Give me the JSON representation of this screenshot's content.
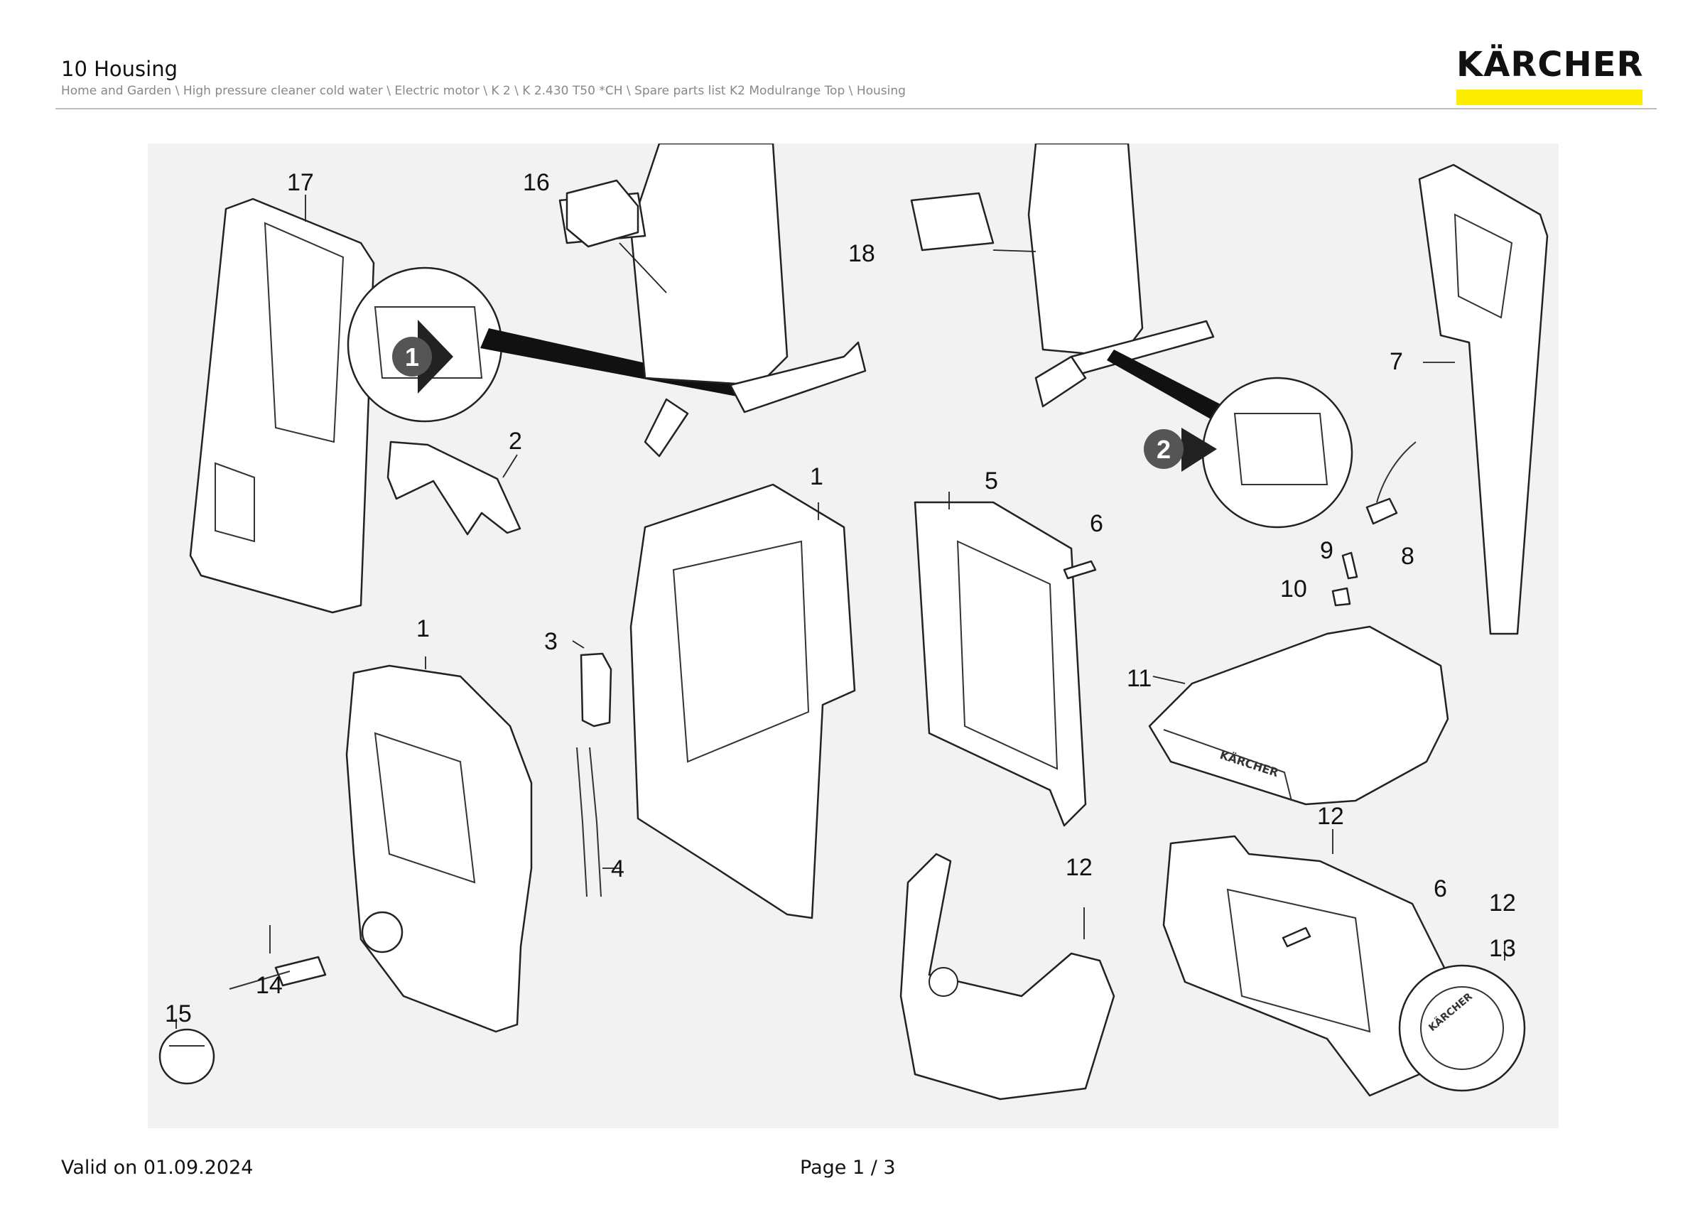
{
  "header": {
    "title": "10 Housing",
    "breadcrumb": [
      "Home and Garden",
      "High pressure cleaner cold water",
      "Electric motor",
      "K 2",
      "K 2.430 T50 *CH",
      "Spare parts list K2 Modulrange Top",
      "Housing"
    ],
    "breadcrumb_separator": " \\ ",
    "logo_text": "KÄRCHER",
    "logo_bar_color": "#ffed00"
  },
  "diagram": {
    "callouts": [
      "17",
      "16",
      "18",
      "7",
      "2",
      "1",
      "5",
      "6",
      "8",
      "9",
      "10",
      "3",
      "11",
      "1",
      "4",
      "12",
      "12",
      "6",
      "12",
      "13",
      "14",
      "15"
    ],
    "detail_markers": [
      "1",
      "2"
    ],
    "product_labels": [
      "KÄRCHER",
      "KÄRCHER"
    ]
  },
  "footer": {
    "valid_on": "Valid on 01.09.2024",
    "page": "Page 1 / 3"
  }
}
